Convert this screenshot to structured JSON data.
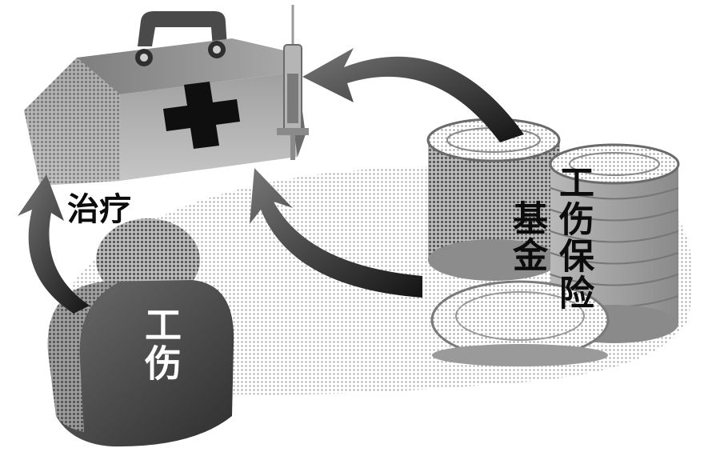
{
  "scene": {
    "treatment_label": "治疗",
    "injury_label": "工伤",
    "fund_label_col1": "工伤保险",
    "fund_label_col2": "基金"
  },
  "icons": [
    "medical-kit-icon",
    "syringe-icon",
    "injured-person-icon",
    "coin-stack-icon",
    "arrow-icon"
  ],
  "colors": {
    "ink": "#0c0c0c",
    "halftone_dark": "#3a3a3a",
    "halftone_mid": "#8a8a8a",
    "halftone_light": "#c9c9c9",
    "paper": "#ffffff"
  }
}
